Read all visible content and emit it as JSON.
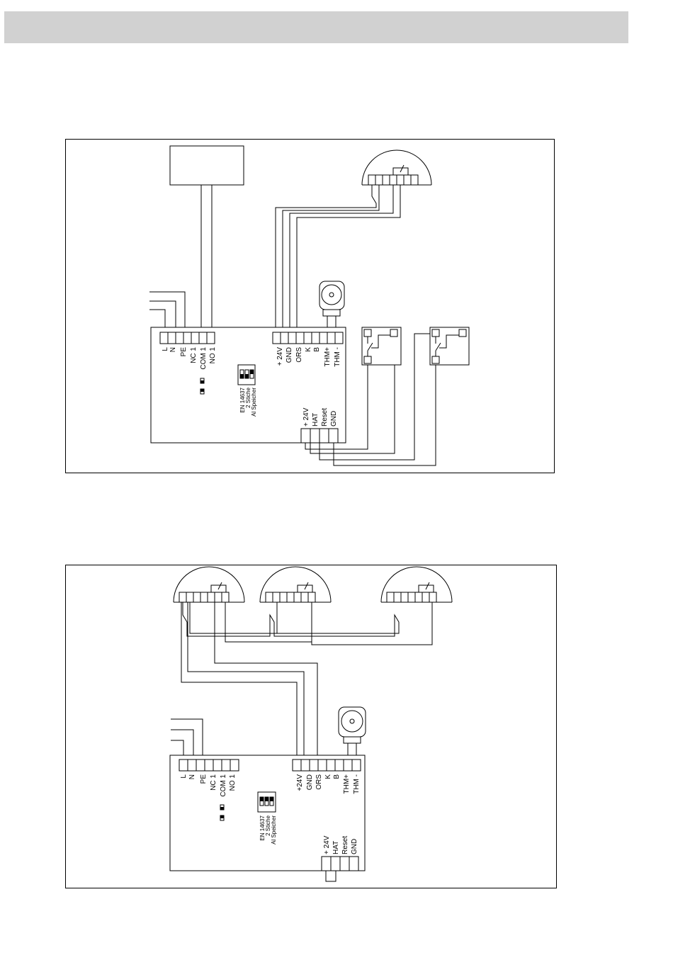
{
  "header": {
    "color": "#d1d1d1"
  },
  "mains_terminals": [
    "L",
    "N",
    "PE",
    "NC 1",
    "COM 1",
    "NO 1"
  ],
  "bus_terminals": [
    "+ 24V",
    "GND",
    "ORS",
    "K",
    "B",
    "THM+",
    "THM -"
  ],
  "bus_terminals_bottom": [
    "+24V",
    "GND",
    "ORS",
    "K",
    "B",
    "THM+",
    "THM -"
  ],
  "aux_terminals": [
    "+ 24V",
    "HAT",
    "Reset",
    "GND"
  ],
  "dip_label": [
    "EN 14637",
    "2 Stiche",
    "Al Speicher"
  ],
  "icons": [
    "smoke-detector-icon",
    "motor-icon",
    "switch-icon",
    "dip-switch-icon"
  ]
}
